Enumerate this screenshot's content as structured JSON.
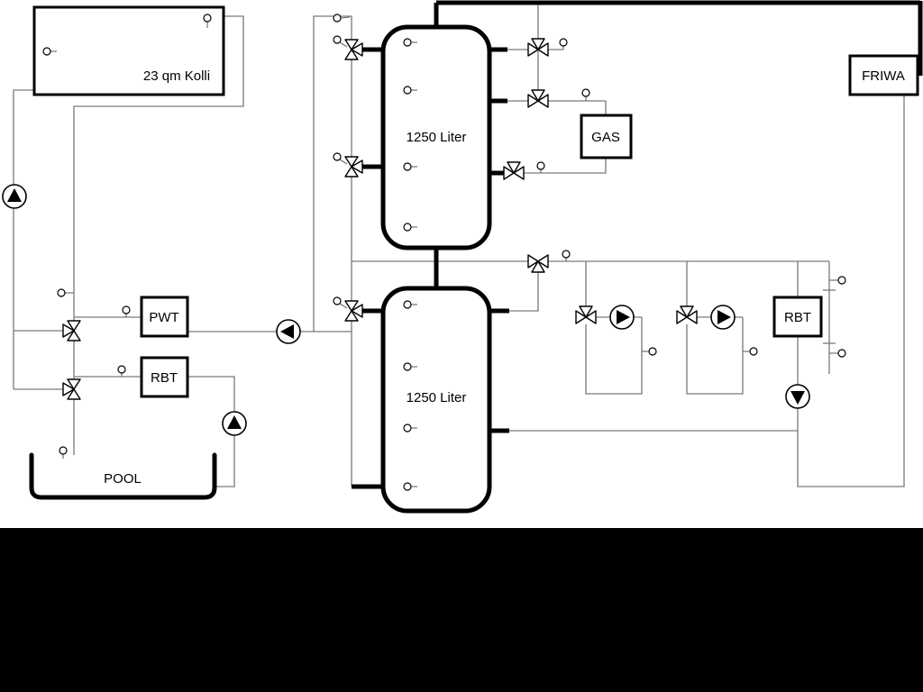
{
  "diagram": {
    "type": "hydraulic-schematic",
    "labels": {
      "collector": "23 qm Kolli",
      "tank_top": "1250 Liter",
      "tank_bottom": "1250 Liter",
      "gas": "GAS",
      "friwa": "FRIWA",
      "pwt": "PWT",
      "rbt_left": "RBT",
      "rbt_right": "RBT",
      "pool": "POOL"
    },
    "colors": {
      "background": "#ffffff",
      "bottom_band": "#000000",
      "pipe_thick": "#000000",
      "pipe_thin": "#7a7a7a"
    },
    "components": {
      "tanks": [
        "1250 Liter buffer (top)",
        "1250 Liter buffer (bottom)"
      ],
      "heat_sources": [
        "solar collector 23 qm",
        "GAS boiler"
      ],
      "heat_exchangers": [
        "PWT",
        "RBT (pool side)",
        "RBT (right)"
      ],
      "consumers": [
        "FRIWA fresh water station",
        "POOL",
        "heating circuit 1",
        "heating circuit 2"
      ],
      "pump_count": 6,
      "three_way_valve_count": 11,
      "temp_sensor_count": 26
    }
  }
}
